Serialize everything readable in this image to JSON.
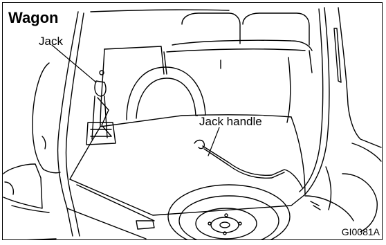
{
  "figure": {
    "title": "Wagon",
    "labels": {
      "jack": "Jack",
      "jack_handle": "Jack handle"
    },
    "figure_code": "GI0081A"
  }
}
